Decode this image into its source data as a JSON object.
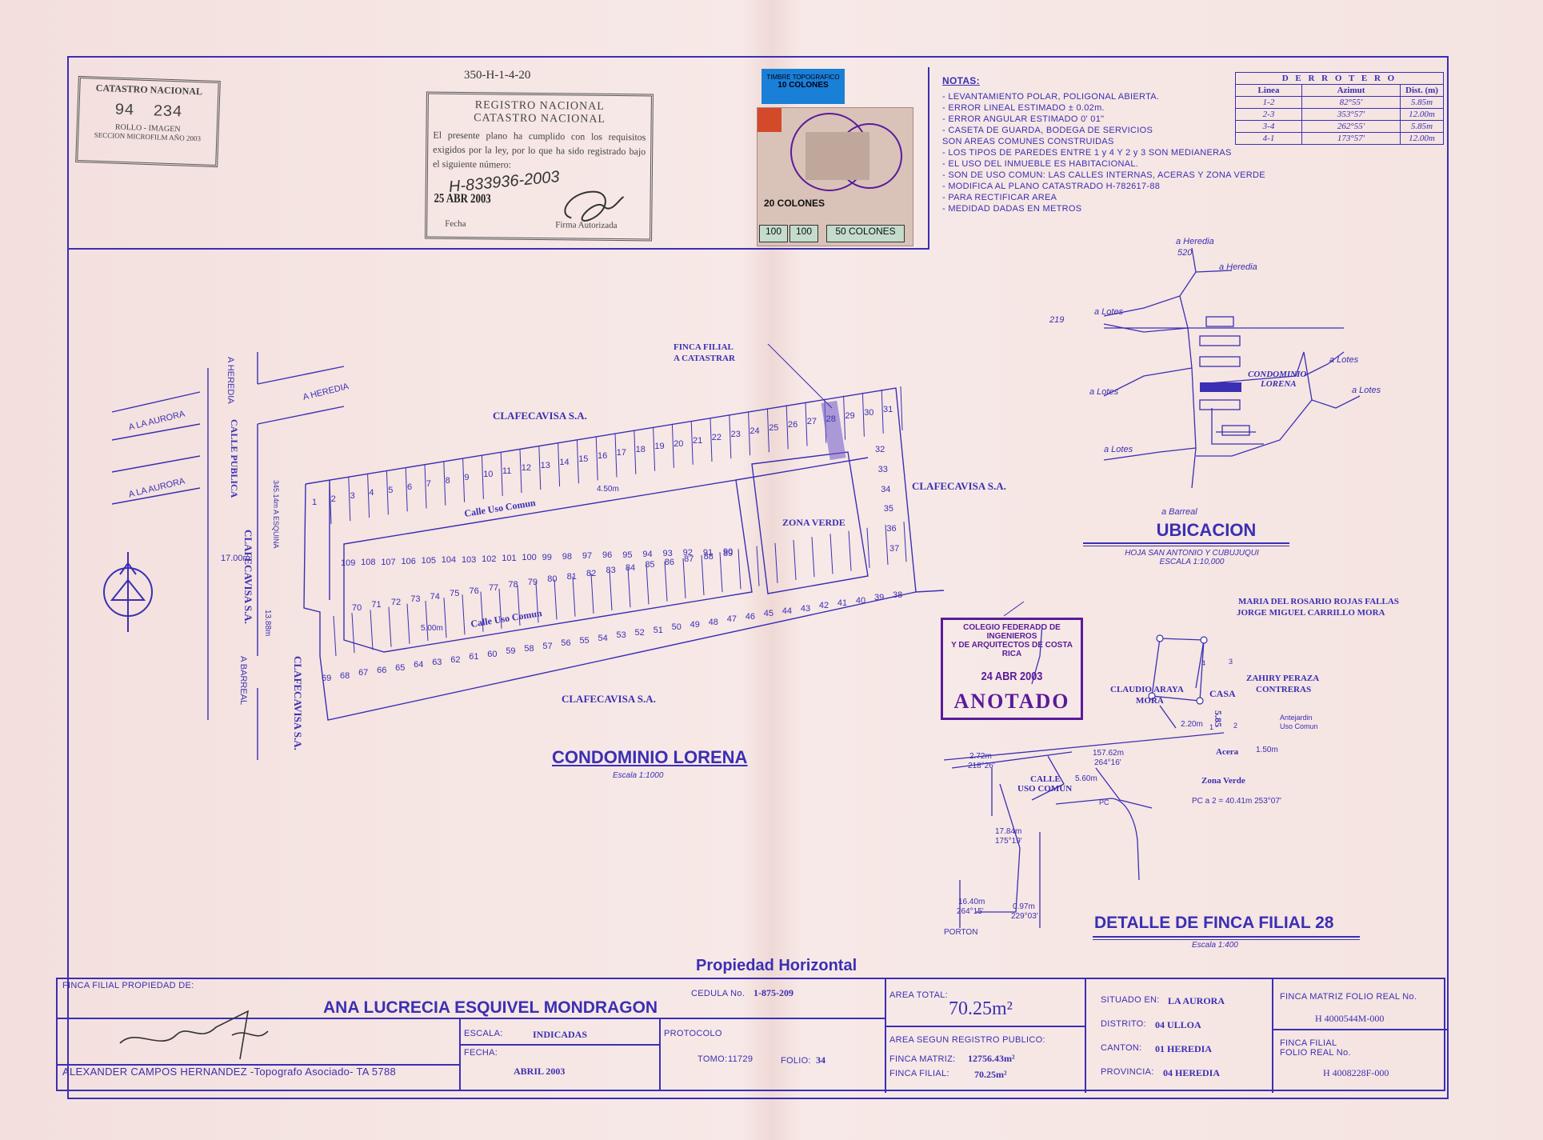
{
  "header": {
    "plan_number": "350-H-1-4-20"
  },
  "catastro_stamp": {
    "title": "CATASTRO NACIONAL",
    "number_a": "94",
    "number_b": "234",
    "line1": "ROLLO - IMAGEN",
    "line2": "SECCION MICROFILM AÑO 2003"
  },
  "registro_stamp": {
    "title1": "REGISTRO NACIONAL",
    "title2": "CATASTRO NACIONAL",
    "text": "El presente plano ha cumplido con los requisitos exigidos por la ley, por lo que ha sido registrado bajo el siguiente número:",
    "handwritten_number": "H-833936-2003",
    "date": "25 ABR 2003",
    "fecha_label": "Fecha",
    "firma_label": "Firma Autorizada"
  },
  "timbre": {
    "label": "TIMBRE TOPOGRAFICO",
    "value": "10 COLONES",
    "stamp_20": "20 COLONES",
    "s100a": "100",
    "s100b": "100",
    "s50": "50 COLONES"
  },
  "notas": {
    "title": "NOTAS:",
    "lines": [
      "-  LEVANTAMIENTO POLAR, POLIGONAL ABIERTA.",
      "-  ERROR LINEAL ESTIMADO ± 0.02m.",
      "-  ERROR ANGULAR ESTIMADO 0' 01\"",
      "-  CASETA DE GUARDA, BODEGA DE SERVICIOS",
      "SON AREAS COMUNES CONSTRUIDAS",
      "-  LOS TIPOS DE PAREDES ENTRE 1 y 4 Y 2 y 3 SON MEDIANERAS",
      "-  EL USO DEL INMUEBLE ES HABITACIONAL.",
      "-  SON DE USO COMUN: LAS CALLES INTERNAS, ACERAS Y ZONA VERDE",
      "-  MODIFICA AL PLANO CATASTRADO H-782617-88",
      "-  PARA RECTIFICAR AREA",
      "-  MEDIDAD DADAS EN METROS"
    ]
  },
  "derrotero": {
    "title": "D E R R O T E R O",
    "headers": [
      "Linea",
      "Azimut",
      "Dist. (m)"
    ],
    "rows": [
      [
        "1-2",
        "82°55'",
        "5.85m"
      ],
      [
        "2-3",
        "353°57'",
        "12.00m"
      ],
      [
        "3-4",
        "262°55'",
        "5.85m"
      ],
      [
        "4-1",
        "173°57'",
        "12.00m"
      ]
    ]
  },
  "ubicacion": {
    "title": "UBICACION",
    "subtitle": "HOJA SAN ANTONIO Y CUBUJUQUI",
    "scale": "ESCALA 1:10,000",
    "labels": {
      "heredia1": "a Heredia",
      "heredia2": "a Heredia",
      "n520": "520",
      "n219": "219",
      "lotes1": "a Lotes",
      "lotes2": "a Lotes",
      "lotes3": "a Lotes",
      "lotes4": "a Lotes",
      "lotes5": "a Lotes",
      "barreal": "a Barreal",
      "condo1": "CONDOMINIO",
      "condo2": "LORENA"
    }
  },
  "plan": {
    "finca_label1": "FINCA FILIAL",
    "finca_label2": "A CATASTRAR",
    "clafe_top": "CLAFECAVISA S.A.",
    "clafe_right": "CLAFECAVISA S.A.",
    "clafe_bottom": "CLAFECAVISA S.A.",
    "clafe_left1": "CLAFECAVISA S.A.",
    "clafe_left2": "CLAFECAVISA S.A.",
    "calle_uso_1": "Calle Uso Comun",
    "calle_uso_2": "Calle Uso Comun",
    "zona_verde": "ZONA VERDE",
    "w450": "4.50m",
    "w500": "5.00m",
    "a_heredia": "A HEREDIA",
    "a_heredia_v": "A HEREDIA",
    "calle_publica": "CALLE PUBLICA",
    "a_aurora1": "A LA AURORA",
    "a_aurora2": "A LA AURORA",
    "a_barreal": "A BARREAL",
    "d1700": "17.00m",
    "d1388": "13.88m",
    "esquina": "345.14m A ESQUINA",
    "title": "CONDOMINIO LORENA",
    "scale": "Escala 1:1000",
    "lots_top": [
      "1",
      "2",
      "3",
      "4",
      "5",
      "6",
      "7",
      "8",
      "9",
      "10",
      "11",
      "12",
      "13",
      "14",
      "15",
      "16",
      "17",
      "18",
      "19",
      "20",
      "21",
      "22",
      "23",
      "24",
      "25",
      "26",
      "27",
      "28",
      "29",
      "30",
      "31"
    ],
    "lots_right": [
      "32",
      "33",
      "34",
      "35",
      "36",
      "37"
    ],
    "lots_bottom": [
      "69",
      "68",
      "67",
      "66",
      "65",
      "64",
      "63",
      "62",
      "61",
      "60",
      "59",
      "58",
      "57",
      "56",
      "55",
      "54",
      "53",
      "52",
      "51",
      "50",
      "49",
      "48",
      "47",
      "46",
      "45",
      "44",
      "43",
      "42",
      "41",
      "40",
      "39",
      "38"
    ],
    "lots_mid_top": [
      "109",
      "108",
      "107",
      "106",
      "105",
      "104",
      "103",
      "102",
      "101",
      "100",
      "99",
      "98",
      "97",
      "96",
      "95",
      "94",
      "93",
      "92",
      "91",
      "90"
    ],
    "lots_mid_bottom": [
      "70",
      "71",
      "72",
      "73",
      "74",
      "75",
      "76",
      "77",
      "78",
      "79",
      "80",
      "81",
      "82",
      "83",
      "84",
      "85",
      "86",
      "87",
      "88",
      "89"
    ]
  },
  "colegio_stamp": {
    "line1": "COLEGIO FEDERADO DE INGENIEROS",
    "line2": "Y DE ARQUITECTOS DE COSTA RICA",
    "date": "24 ABR 2003",
    "anotado": "ANOTADO"
  },
  "detalle": {
    "owners1": "MARIA DEL ROSARIO ROJAS FALLAS",
    "owners2": "JORGE MIGUEL CARRILLO MORA",
    "claudio1": "CLAUDIO ARAYA",
    "claudio2": "MORA",
    "zahiry1": "ZAHIRY PERAZA",
    "zahiry2": "CONTRERAS",
    "casa": "CASA",
    "dim585": "5.85",
    "antejardin1": "Antejardin",
    "antejardin2": "Uso Comun",
    "d220": "2.20m",
    "acera": "Acera",
    "d150": "1.50m",
    "zona_verde": "Zona Verde",
    "pc_note": "PC a 2 = 40.41m 253°07'",
    "pc": "PC",
    "d272": "2.72m",
    "a218": "218°26'",
    "d15762": "157.62m",
    "a26416": "264°16'",
    "calle1": "CALLE",
    "calle2": "USO COMUN",
    "d560": "5.60m",
    "d1784": "17.84m",
    "a17519": "175°19'",
    "d1640": "16.40m",
    "a26415": "264°15'",
    "d097": "0.97m",
    "a22903": "229°03'",
    "porton": "PORTON",
    "p1": "1",
    "p2": "2",
    "p3": "3",
    "p4": "4",
    "title": "DETALLE DE FINCA FILIAL 28",
    "scale": "Escala 1:400"
  },
  "footer": {
    "propiedad": "Propiedad Horizontal",
    "finca_prop_label": "FINCA FILIAL PROPIEDAD DE:",
    "owner": "ANA LUCRECIA ESQUIVEL MONDRAGON",
    "cedula_label": "CEDULA No.",
    "cedula": "1-875-209",
    "area_total_label": "AREA TOTAL:",
    "area_total": "70.25m²",
    "situado_label": "SITUADO EN:",
    "situado": "LA AURORA",
    "distrito_label": "DISTRITO:",
    "distrito": "04 ULLOA",
    "canton_label": "CANTON:",
    "canton": "01 HEREDIA",
    "provincia_label": "PROVINCIA:",
    "provincia": "04 HEREDIA",
    "finca_matriz_label": "FINCA MATRIZ  FOLIO REAL No.",
    "finca_matriz": "H 4000544M-000",
    "finca_filial_label1": "FINCA FILIAL",
    "finca_filial_label2": "FOLIO REAL No.",
    "finca_filial": "H 4008228F-000",
    "escala_label": "ESCALA:",
    "escala": "INDICADAS",
    "fecha_label": "FECHA:",
    "fecha": "ABRIL 2003",
    "protocolo_label": "PROTOCOLO",
    "tomo_label": "TOMO:",
    "tomo": "11729",
    "folio_label": "FOLIO:",
    "folio": "34",
    "area_registro_label": "AREA SEGUN REGISTRO PUBLICO:",
    "matriz_label": "FINCA MATRIZ:",
    "matriz_area": "12756.43m²",
    "filial_label": "FINCA FILIAL:",
    "filial_area": "70.25m²",
    "topografo": "ALEXANDER CAMPOS HERNANDEZ  -Topografo Asociado-  TA 5788"
  },
  "colors": {
    "ink": "#3b2fb3",
    "paper": "#f6e6e4",
    "stamp_purple": "#5a1a9a",
    "tag_blue": "#1a7fd6"
  }
}
